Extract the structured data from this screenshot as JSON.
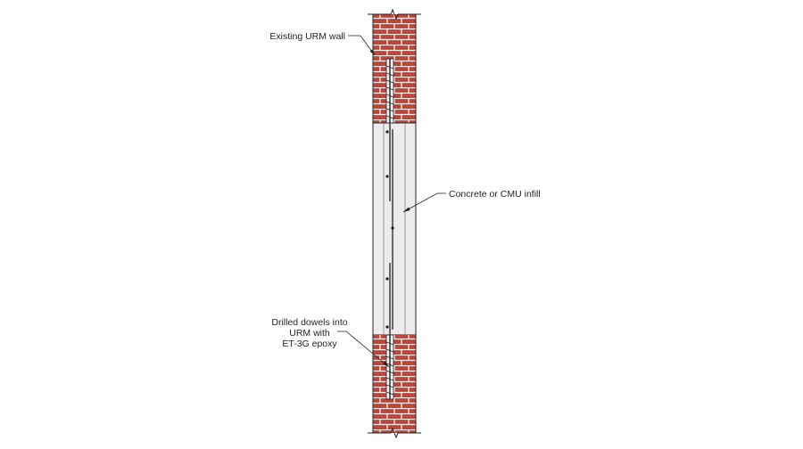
{
  "diagram": {
    "labels": {
      "existing_wall": "Existing URM wall",
      "infill": "Concrete or CMU infill",
      "dowels_line1": "Drilled dowels into",
      "dowels_line2": "URM with",
      "dowels_line3": "ET-3G epoxy"
    },
    "colors": {
      "brick": "#b9473b",
      "mortar": "#ffffff",
      "infill": "#ececec",
      "line": "#231f20",
      "background": "#ffffff"
    }
  }
}
